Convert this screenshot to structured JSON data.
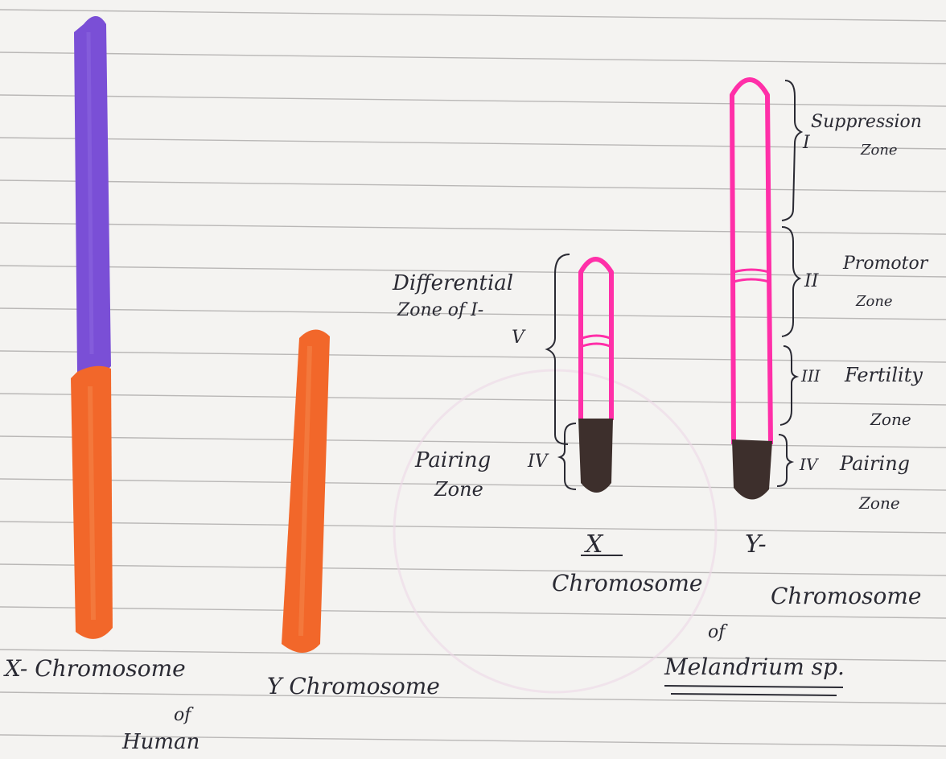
{
  "page": {
    "paper_color": "#f4f3f1",
    "rule_color": "#b9b7b6",
    "ink_color": "#2a2a33"
  },
  "human": {
    "x_chromosome": {
      "label": "X- Chromosome",
      "colors": {
        "upper": "#7a4fd6",
        "lower": "#f2672a"
      }
    },
    "y_chromosome": {
      "label": "Y Chromosome",
      "color": "#f2672a"
    },
    "of": "of",
    "caption": "Human"
  },
  "melandrium": {
    "x_chromosome": {
      "label": "X",
      "label2": "Chromosome",
      "outline_color": "#ff2fa8",
      "pairing_color": "#3d2f2c"
    },
    "y_chromosome": {
      "label": "Y-",
      "label2": "Chromosome",
      "outline_color": "#ff2fa8",
      "pairing_color": "#3d2f2c"
    },
    "x_annotations": {
      "differential_line1": "Differential",
      "differential_line2": "Zone of I-",
      "differential_line3": "V",
      "pairing_line1": "Pairing",
      "pairing_line2": "Zone",
      "pairing_roman": "IV"
    },
    "y_annotations": {
      "zone1_roman": "I",
      "zone1_line1": "Suppression",
      "zone1_line2": "Zone",
      "zone2_roman": "II",
      "zone2_line1": "Promotor",
      "zone2_line2": "Zone",
      "zone3_roman": "III",
      "zone3_line1": "Fertility",
      "zone3_line2": "Zone",
      "zone4_roman": "IV",
      "zone4_line1": "Pairing",
      "zone4_line2": "Zone"
    },
    "of": "of",
    "caption": "Melandrium sp."
  }
}
